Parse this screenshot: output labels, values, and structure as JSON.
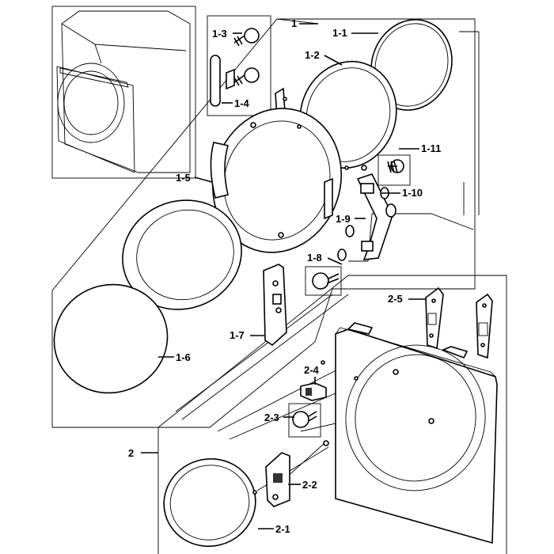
{
  "diagram": {
    "labels": {
      "l1": "1",
      "l1_1": "1-1",
      "l1_2": "1-2",
      "l1_3": "1-3",
      "l1_4": "1-4",
      "l1_5": "1-5",
      "l1_6": "1-6",
      "l1_7": "1-7",
      "l1_8": "1-8",
      "l1_9": "1-9",
      "l1_10": "1-10",
      "l1_11": "1-11",
      "l2": "2",
      "l2_1": "2-1",
      "l2_2": "2-2",
      "l2_3": "2-3",
      "l2_4": "2-4",
      "l2_5": "2-5"
    }
  }
}
